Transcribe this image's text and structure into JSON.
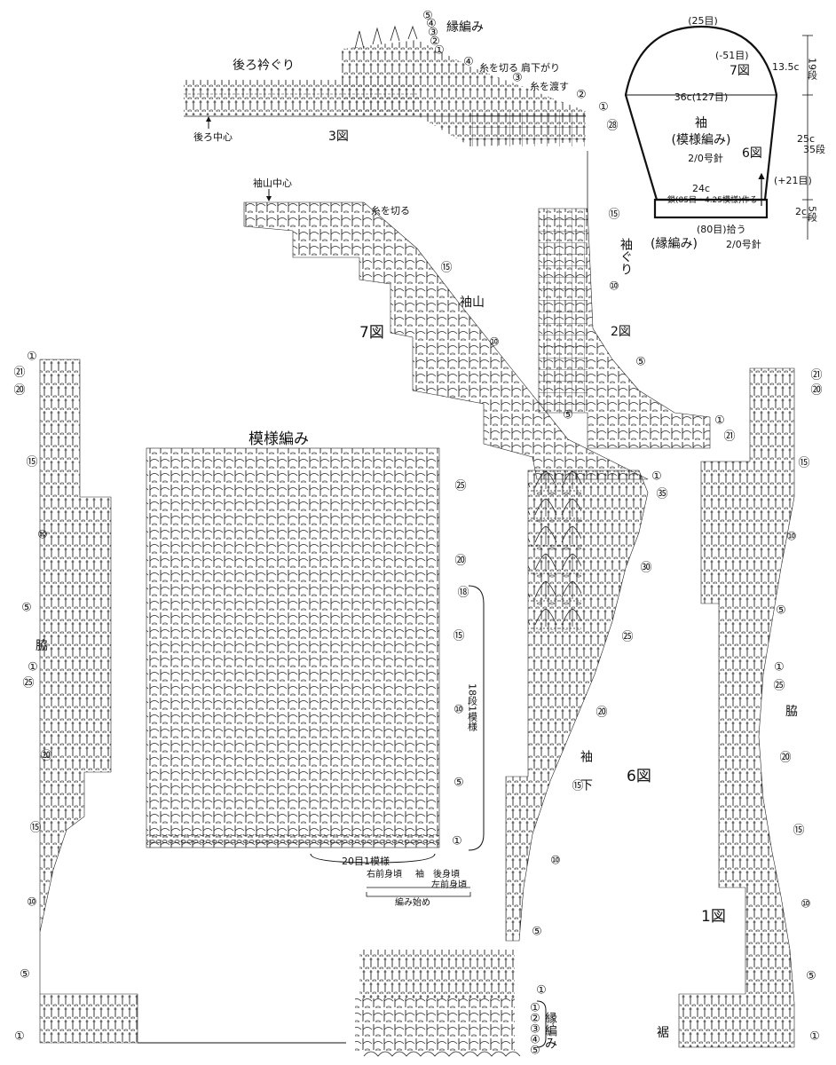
{
  "figure3": {
    "title": "3図",
    "neck_label": "後ろ衿ぐり",
    "center_label": "後ろ中心",
    "edging_label": "縁編み",
    "shoulder_label": "肩下がり",
    "cut_yarn": "糸を切る",
    "pass_yarn": "糸を渡す",
    "row_marks": [
      "⑤",
      "④",
      "③",
      "②",
      "①",
      "④",
      "③",
      "②",
      "①",
      "㉘"
    ]
  },
  "figure7": {
    "title": "7図",
    "cap_center": "袖山中心",
    "cut_yarn": "糸を切る",
    "cap_label": "袖山",
    "row_marks": [
      "⑮",
      "⑩",
      "⑤"
    ]
  },
  "figure2": {
    "title": "2図",
    "armhole_label": "袖ぐり",
    "row_marks": [
      "⑮",
      "⑩",
      "⑤",
      "①",
      "㉑"
    ]
  },
  "schematic": {
    "top_count": "(25目)",
    "cap_dec": "(-51目)",
    "fig7_ref": "7図",
    "width_label": "36c(127目)",
    "part_name": "袖",
    "pattern": "(模様編み)",
    "needle": "2/0号針",
    "fig6_ref": "6図",
    "bottom_width": "24c",
    "chain_start": "鎖(85目・4.25模様)作る",
    "pickup": "(80目)拾う",
    "edging": "(縁編み)",
    "edging_needle": "2/0号針",
    "h_cap": "13.5c",
    "h_cap_rows": "19段",
    "h_body": "25c",
    "h_body_rows": "35段",
    "inc": "(+21目)",
    "h_edge": "2c",
    "h_edge_rows": "5段"
  },
  "pattern_chart": {
    "title": "模様編み",
    "repeat_rows": "18段1模様",
    "repeat_sts": "20目1模様",
    "front_right": "右前身頃",
    "sleeve": "袖",
    "back": "後身頃",
    "front_left": "左前身頃",
    "start": "編み始め",
    "row_marks": [
      "㉕",
      "⑳",
      "⑱",
      "⑮",
      "⑩",
      "⑤",
      "①"
    ]
  },
  "figure6": {
    "title": "6図",
    "sleeve_under": "袖下",
    "edging": "縁編み",
    "row_marks": [
      "①",
      "㉟",
      "㉚",
      "㉕",
      "⑳",
      "⑮",
      "⑩",
      "⑤",
      "①",
      "①",
      "②",
      "③",
      "④",
      "⑤"
    ]
  },
  "left_side": {
    "side_label": "脇",
    "row_marks": [
      "①",
      "㉑",
      "⑳",
      "⑮",
      "⑩",
      "⑤",
      "①",
      "㉕",
      "⑳",
      "⑮",
      "⑩",
      "⑤",
      "①"
    ]
  },
  "figure1": {
    "title": "1図",
    "side_label": "脇",
    "hem_label": "裾",
    "row_marks": [
      "㉑",
      "⑳",
      "⑮",
      "⑩",
      "⑤",
      "①",
      "㉕",
      "⑳",
      "⑮",
      "⑩",
      "⑤",
      "①"
    ]
  }
}
